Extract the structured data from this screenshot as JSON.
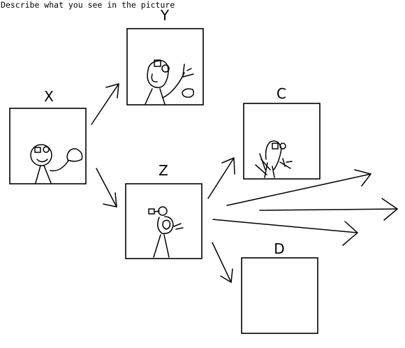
{
  "prompt": "Describe what you see in the picture",
  "panels": {
    "x": "X",
    "y": "Y",
    "z": "Z",
    "c": "C",
    "d": "D"
  }
}
